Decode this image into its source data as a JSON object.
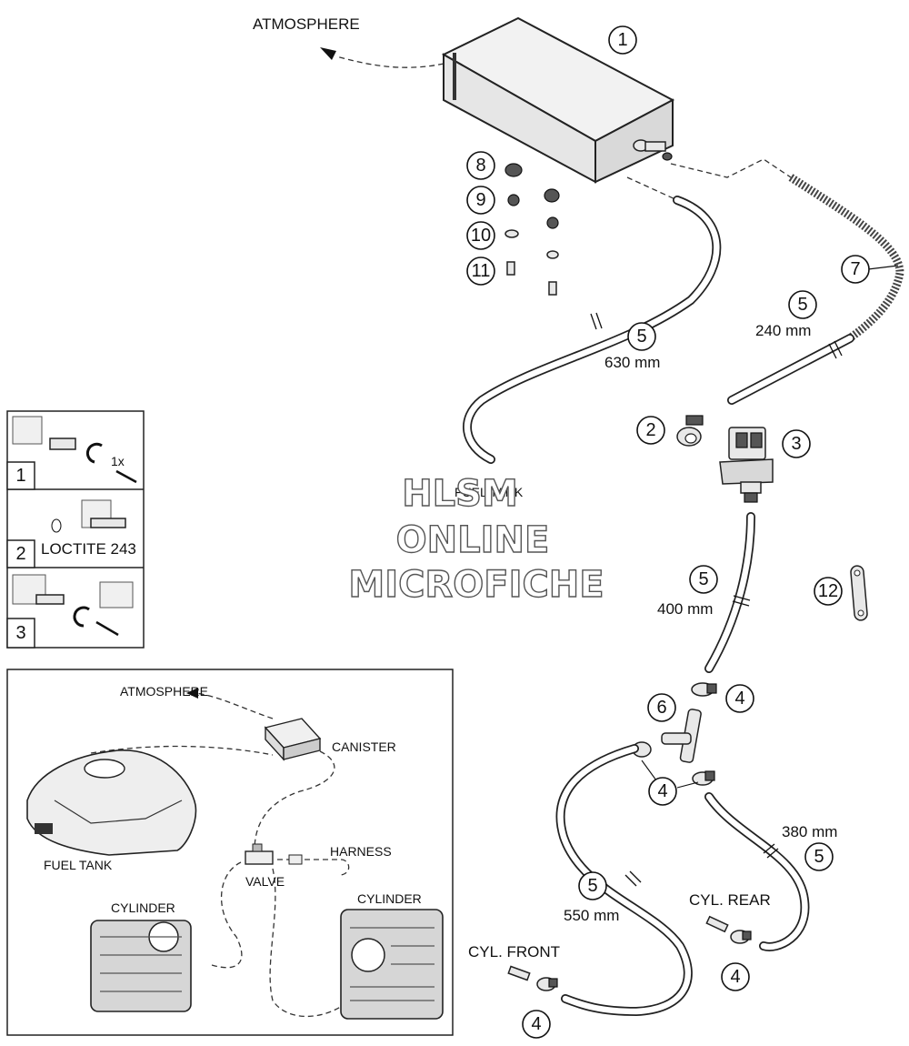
{
  "labels": {
    "atmosphere_top": "ATMOSPHERE",
    "fuel_tank_top": "FUEL TANK",
    "len_630": "630 mm",
    "len_240": "240 mm",
    "len_400": "400 mm",
    "len_380": "380 mm",
    "len_550": "550 mm",
    "cyl_rear": "CYL. REAR",
    "cyl_front": "CYL. FRONT"
  },
  "callouts": {
    "c1": "1",
    "c2": "2",
    "c3": "3",
    "c4a": "4",
    "c4b": "4",
    "c4c": "4",
    "c4d": "4",
    "c5a": "5",
    "c5b": "5",
    "c5c": "5",
    "c5d": "5",
    "c5e": "5",
    "c6": "6",
    "c7": "7",
    "c8": "8",
    "c9": "9",
    "c10": "10",
    "c11": "11",
    "c12": "12"
  },
  "steps": {
    "s1": "1",
    "s1_note": "1x",
    "s2": "2",
    "s2_note": "LOCTITE 243",
    "s3": "3"
  },
  "schematic": {
    "atmosphere": "ATMOSPHERE",
    "canister": "CANISTER",
    "fuel_tank": "FUEL TANK",
    "harness": "HARNESS",
    "valve": "VALVE",
    "cylinder_left": "CYLINDER",
    "cylinder_right": "CYLINDER"
  },
  "watermark": {
    "line1": "HLSM",
    "line2": "ONLINE",
    "line3": "MICROFICHE"
  }
}
